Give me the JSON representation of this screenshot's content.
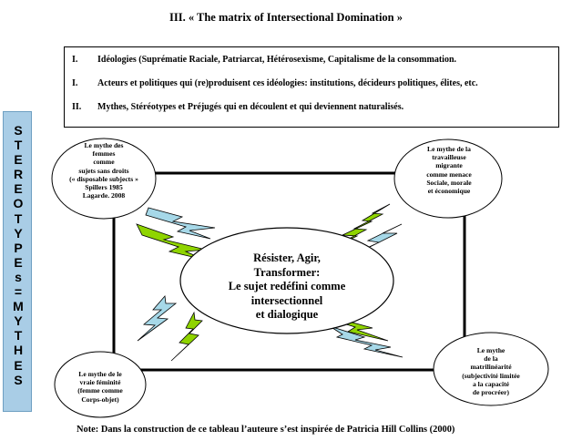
{
  "title": "III.  « The matrix of Intersectional Domination »",
  "box": {
    "rows": [
      {
        "num": "I.",
        "text": "Idéologies (Suprématie Raciale, Patriarcat, Hétérosexisme,  Capitalisme de la consommation."
      },
      {
        "num": "I.",
        "text": "Acteurs et politiques qui (re)produisent ces idéologies: institutions, décideurs politiques, élites, etc."
      },
      {
        "num": "II.",
        "text": "Mythes, Stéréotypes et Préjugés qui en découlent et qui deviennent naturalisés."
      }
    ]
  },
  "sidebar": {
    "letters": [
      "S",
      "T",
      "E",
      "R",
      "E",
      "O",
      "T",
      "Y",
      "P",
      "E",
      "s",
      "=",
      "M",
      "Y",
      "T",
      "H",
      "E",
      "S"
    ]
  },
  "center": {
    "lines": [
      "Résister, Agir,",
      "Transformer:",
      "Le sujet redéfini comme",
      "intersectionnel",
      "et dialogique"
    ]
  },
  "ovals": {
    "top_left": {
      "lines": [
        "Le mythe des",
        "femmes",
        "comme",
        "sujets sans droits",
        "(« disposable subjects »",
        "Spillers 1985",
        "Lagarde. 2008"
      ]
    },
    "top_right": {
      "lines": [
        "Le mythe de la",
        "travailleuse",
        "migrante",
        "comme menace",
        "Sociale, morale",
        "et économique"
      ]
    },
    "bottom_left": {
      "lines": [
        "Le mythe de le",
        "vraie féminité",
        "(femme comme",
        "Corps-objet)"
      ]
    },
    "bottom_right": {
      "lines": [
        "Le mythe",
        "de la",
        "matrilinéarité",
        "(subjectivité limitée",
        "a la capacité",
        "de procréer)"
      ]
    }
  },
  "note": "Note: Dans la construction de ce tableau l’auteure  s’est inspirée de Patricia Hill Collins  (2000)",
  "colors": {
    "bolt_green": "#8fd400",
    "bolt_blue": "#a6d8e8",
    "sidebar": "#a9cde6"
  }
}
